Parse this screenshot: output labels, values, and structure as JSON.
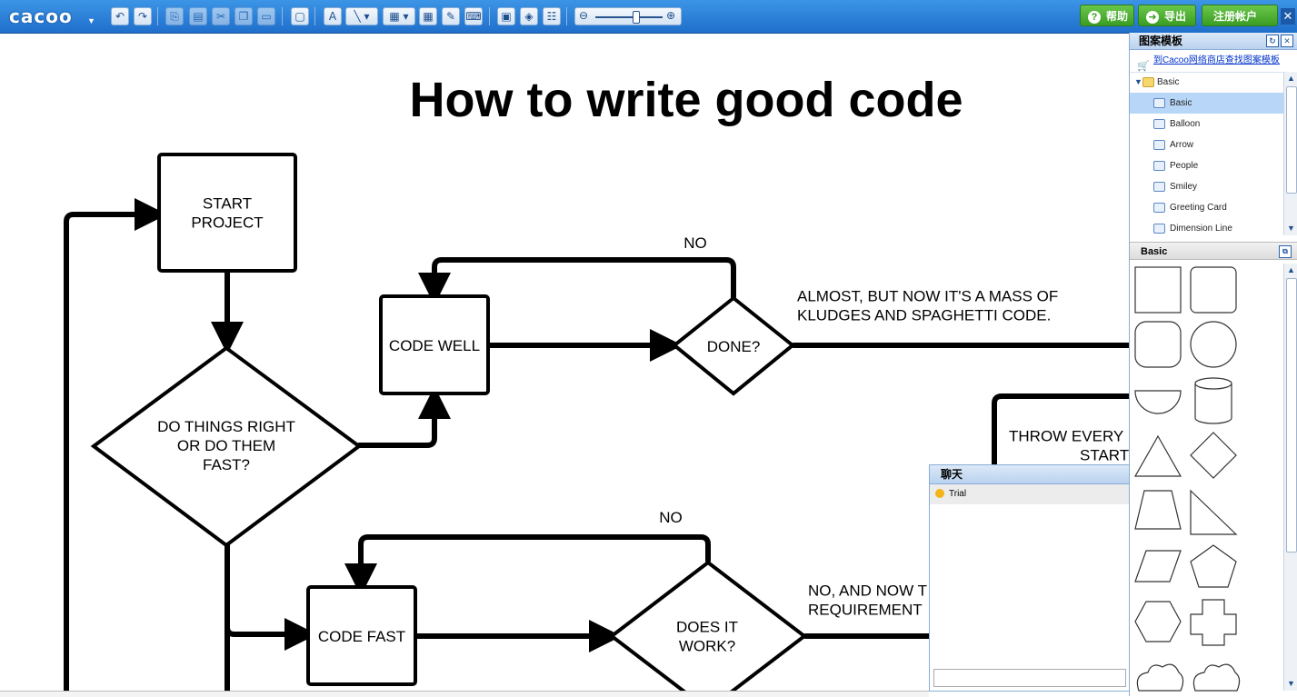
{
  "app": {
    "logo": "cacoo",
    "accent_color": "#2a80db",
    "green_color": "#4aab2e"
  },
  "toolbar": {
    "buttons": [
      {
        "name": "undo-icon"
      },
      {
        "name": "redo-icon"
      },
      {
        "name": "copy-icon"
      },
      {
        "name": "paste-icon"
      },
      {
        "name": "cut-icon"
      },
      {
        "name": "duplicate-icon"
      },
      {
        "name": "clipboard-icon"
      },
      {
        "name": "comment-icon"
      },
      {
        "name": "text-icon"
      },
      {
        "name": "line-icon"
      },
      {
        "name": "image-icon"
      },
      {
        "name": "table-icon"
      },
      {
        "name": "pen-icon"
      },
      {
        "name": "keyboard-icon"
      },
      {
        "name": "group-icon"
      },
      {
        "name": "sheet-icon"
      },
      {
        "name": "settings-icon"
      }
    ],
    "help_label": "帮助",
    "export_label": "导出",
    "register_label": "注册帐户"
  },
  "diagram": {
    "title": "How to write good code",
    "nodes": {
      "start": "START\nPROJECT",
      "decision_main": "DO THINGS RIGHT\nOR DO THEM\nFAST?",
      "code_well": "CODE WELL",
      "done": "DONE?",
      "code_fast": "CODE FAST",
      "does_it_work": "DOES IT\nWORK?",
      "throw": "THROW EVERY\nSTART"
    },
    "labels": {
      "no_top": "NO",
      "no_bottom": "NO",
      "almost": "ALMOST, BUT NOW IT'S A MASS OF\nKLUDGES AND SPAGHETTI CODE.",
      "no_and_now": "NO, AND NOW T\nREQUIREMENT"
    }
  },
  "chat": {
    "title": "聊天",
    "user": "Trial",
    "input_value": ""
  },
  "templates": {
    "title": "图案模板",
    "store_link": "到Cacoo网络商店查找图案模板",
    "tree": [
      {
        "label": "Basic",
        "type": "folder"
      },
      {
        "label": "Basic",
        "type": "item",
        "selected": true
      },
      {
        "label": "Balloon",
        "type": "item"
      },
      {
        "label": "Arrow",
        "type": "item"
      },
      {
        "label": "People",
        "type": "item"
      },
      {
        "label": "Smiley",
        "type": "item"
      },
      {
        "label": "Greeting Card",
        "type": "item"
      },
      {
        "label": "Dimension Line",
        "type": "item"
      }
    ],
    "section_title": "Basic",
    "shapes": [
      "rectangle-shape",
      "rounded-rectangle-shape",
      "rounded-square-shape",
      "circle-shape",
      "half-circle-shape",
      "cylinder-shape",
      "triangle-shape",
      "diamond-shape",
      "trapezoid-shape",
      "right-triangle-shape",
      "parallelogram-shape",
      "pentagon-shape",
      "hexagon-shape",
      "cross-shape",
      "cloud-shape",
      "cloud-shape-2"
    ]
  }
}
